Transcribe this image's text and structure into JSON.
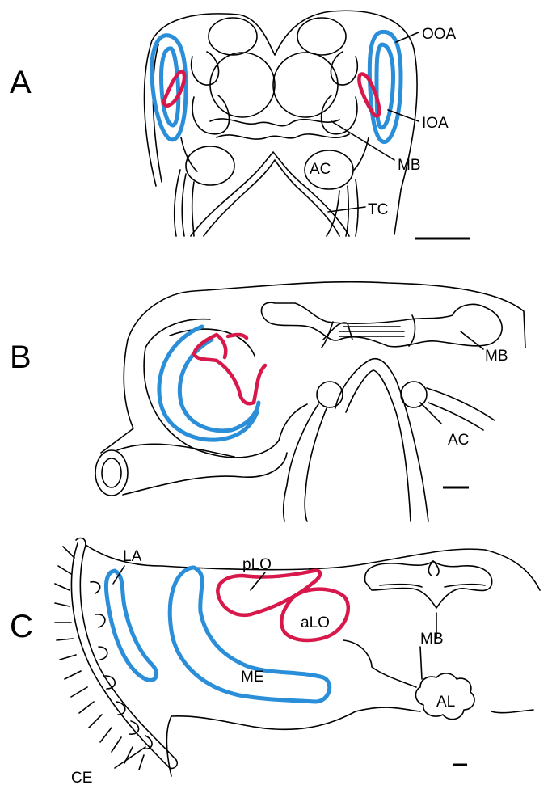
{
  "colors": {
    "outline": "#000000",
    "blue": "#2a8fd8",
    "red": "#d8174b",
    "background": "#ffffff"
  },
  "panels": [
    {
      "letter": "A",
      "labels": {
        "ooa": "OOA",
        "ioa": "IOA",
        "mb": "MB",
        "ac": "AC",
        "tc": "TC"
      }
    },
    {
      "letter": "B",
      "labels": {
        "mb": "MB",
        "ac": "AC"
      }
    },
    {
      "letter": "C",
      "labels": {
        "la": "LA",
        "plo": "pLO",
        "alo": "aLO",
        "mb": "MB",
        "me": "ME",
        "al": "AL",
        "ce": "CE"
      }
    }
  ]
}
